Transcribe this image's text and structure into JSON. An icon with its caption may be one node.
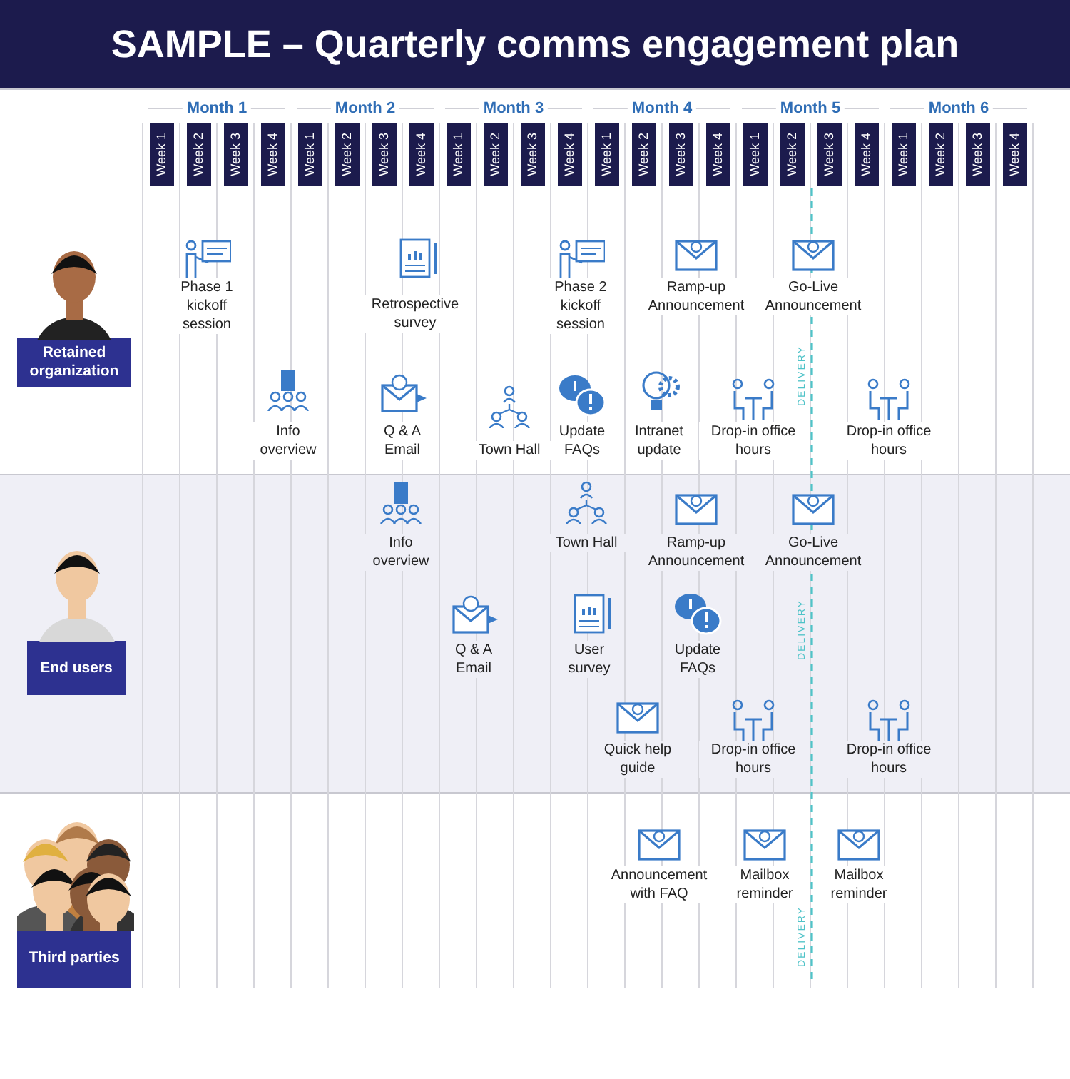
{
  "diagram": {
    "title": "SAMPLE – Quarterly comms engagement plan",
    "nodes": [
      {
        "text": [
          "Week 1"
        ]
      },
      {
        "text": [
          "Week 2"
        ]
      },
      {
        "text": [
          "Week 3"
        ]
      },
      {
        "text": [
          "Week 4"
        ]
      },
      {
        "text": [
          "Week 1"
        ]
      },
      {
        "text": [
          "Week 2"
        ]
      },
      {
        "text": [
          "Week 3"
        ]
      },
      {
        "text": [
          "Week 4"
        ]
      },
      {
        "text": [
          "Week 1"
        ]
      },
      {
        "text": [
          "Week 2"
        ]
      },
      {
        "text": [
          "Week 3"
        ]
      },
      {
        "text": [
          "Week 4"
        ]
      },
      {
        "text": [
          "Week 1"
        ]
      },
      {
        "text": [
          "Week 2"
        ]
      },
      {
        "text": [
          "Week 3"
        ]
      },
      {
        "text": [
          "Week 4"
        ]
      },
      {
        "text": [
          "Week 1"
        ]
      },
      {
        "text": [
          "Week 2"
        ]
      },
      {
        "text": [
          "Week 3"
        ]
      },
      {
        "text": [
          "Week 4"
        ]
      },
      {
        "text": [
          "Week 1"
        ]
      },
      {
        "text": [
          "Week 2"
        ]
      },
      {
        "text": [
          "Week 3"
        ]
      },
      {
        "text": [
          "Week 4"
        ]
      },
      {
        "text": [
          "Retained organization"
        ]
      },
      {
        "text": [
          "End users"
        ]
      },
      {
        "text": [
          "Third parties"
        ]
      }
    ],
    "labels": [
      "Month 1",
      "Month 2",
      "Month 3",
      "Month 4",
      "Month 5",
      "Month 6",
      "Phase 1 kickoff session",
      "Retrospective survey",
      "Phase 2 kickoff session",
      "Ramp-up Announcement",
      "Go-Live Announcement",
      "Info overview",
      "Q & A Email",
      "Town Hall",
      "Update FAQs",
      "Intranet update",
      "Drop-in office hours",
      "Drop-in office hours",
      "Info overview",
      "Town Hall",
      "Ramp-up Announcement",
      "Go-Live Announcement",
      "Q & A Email",
      "User survey",
      "Update FAQs",
      "Quick help guide",
      "Drop-in office hours",
      "Drop-in office hours",
      "Announcement with FAQ",
      "Mailbox reminder",
      "Mailbox reminder",
      "DELIVERY",
      "DELIVERY",
      "DELIVERY"
    ]
  }
}
